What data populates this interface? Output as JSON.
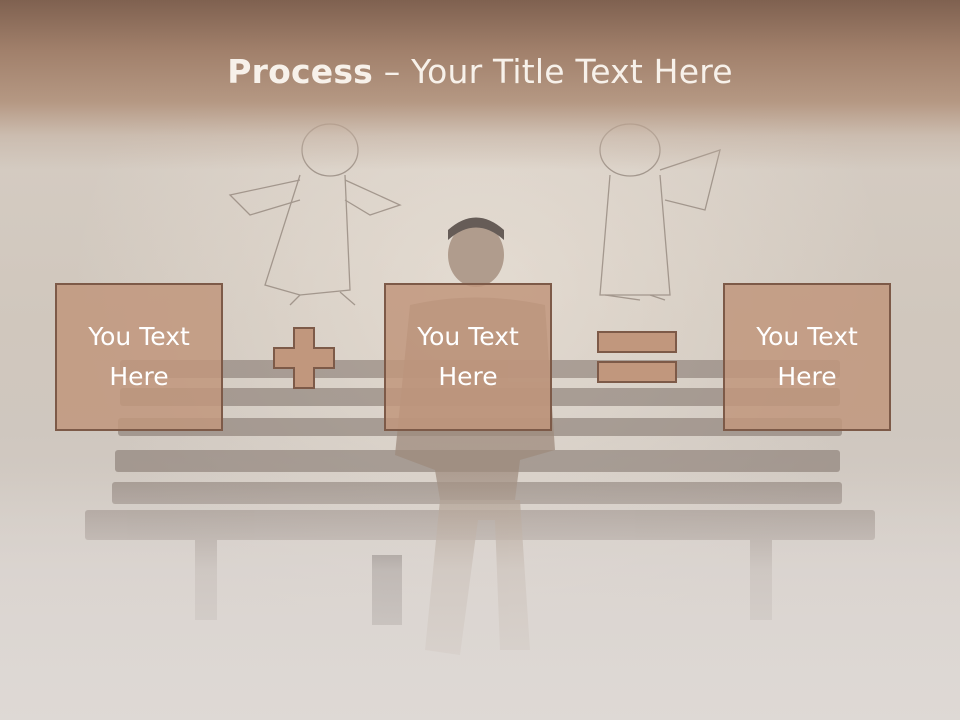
{
  "slide": {
    "title_bold": "Process",
    "title_rest": " – Your Title Text Here",
    "boxes": [
      {
        "label": "You Text Here"
      },
      {
        "label": "You Text Here"
      },
      {
        "label": "You Text Here"
      }
    ],
    "operators": [
      "plus-icon",
      "equals-icon"
    ],
    "colors": {
      "box_fill": "#c1977d",
      "box_border": "#7d5a48",
      "title_band": "#9c7a64",
      "title_text": "#f7f1ea"
    }
  }
}
